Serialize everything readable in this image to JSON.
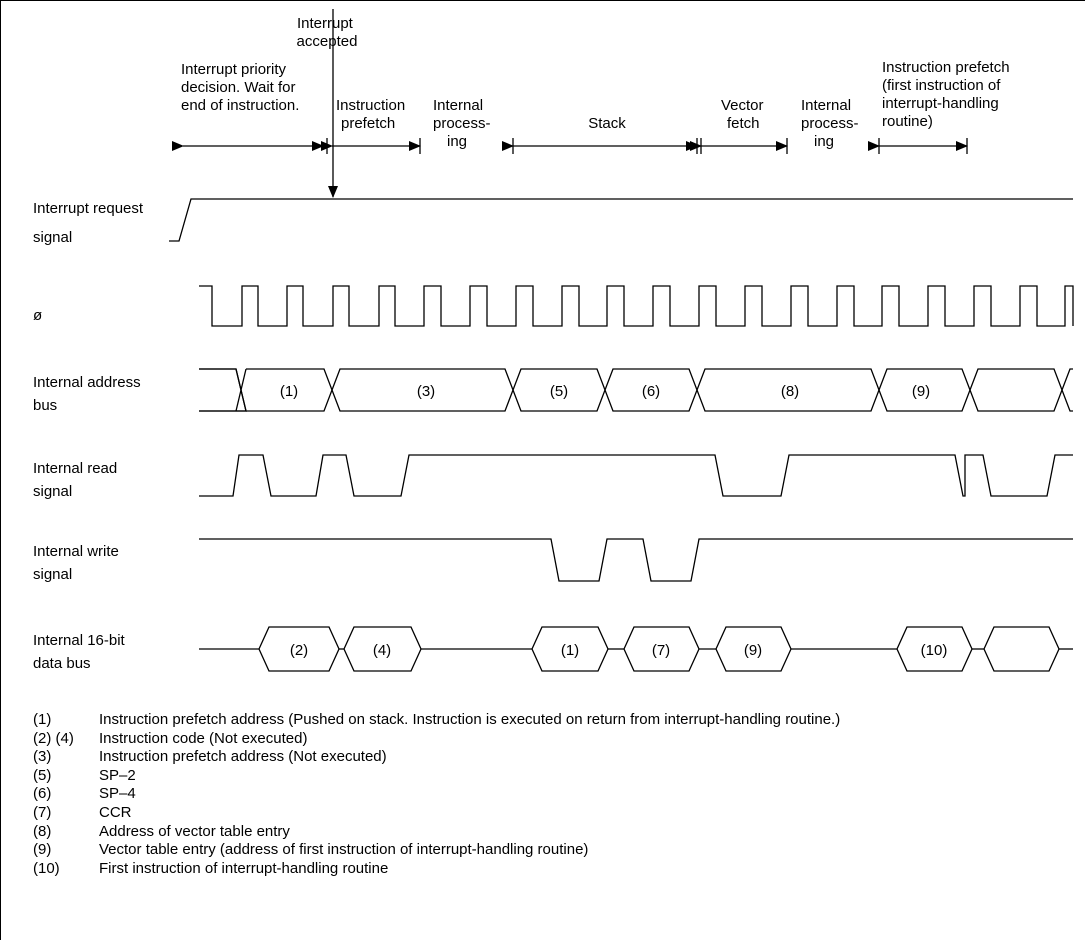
{
  "phases": {
    "interrupt_accepted": [
      "Interrupt",
      "accepted"
    ],
    "priority_decision": [
      "Interrupt priority",
      "decision. Wait for",
      "end of instruction."
    ],
    "instruction_prefetch": [
      "Instruction",
      "prefetch"
    ],
    "internal_processing_1": [
      "Internal",
      "process-",
      "ing"
    ],
    "stack": [
      "Stack"
    ],
    "vector_fetch": [
      "Vector",
      "fetch"
    ],
    "internal_processing_2": [
      "Internal",
      "process-",
      "ing"
    ],
    "instruction_prefetch_2": [
      "Instruction prefetch",
      "(first instruction of",
      "interrupt-handling",
      "routine)"
    ]
  },
  "signals": {
    "interrupt_request": [
      "Interrupt request",
      "signal"
    ],
    "clock": [
      "ø"
    ],
    "address_bus": [
      "Internal address",
      "bus"
    ],
    "read_signal": [
      "Internal read",
      "signal"
    ],
    "write_signal": [
      "Internal write",
      "signal"
    ],
    "data_bus": [
      "Internal 16-bit",
      "data bus"
    ]
  },
  "address_bus_values": [
    "(1)",
    "(3)",
    "(5)",
    "(6)",
    "(8)",
    "(9)",
    ""
  ],
  "data_bus_values": [
    "(2)",
    "(4)",
    "(1)",
    "(7)",
    "(9)",
    "(10)",
    ""
  ],
  "legend": [
    {
      "key": "(1)",
      "text": "Instruction prefetch address (Pushed on stack. Instruction is executed on return from interrupt-handling routine.)"
    },
    {
      "key": "(2) (4)",
      "text": "Instruction code (Not executed)"
    },
    {
      "key": "(3)",
      "text": "Instruction prefetch address (Not executed)"
    },
    {
      "key": "(5)",
      "text": "SP–2"
    },
    {
      "key": "(6)",
      "text": "SP–4"
    },
    {
      "key": "(7)",
      "text": "CCR"
    },
    {
      "key": "(8)",
      "text": "Address of vector table entry"
    },
    {
      "key": "(9)",
      "text": "Vector table entry (address of first instruction of interrupt-handling routine)"
    },
    {
      "key": "(10)",
      "text": "First instruction of interrupt-handling routine"
    }
  ]
}
